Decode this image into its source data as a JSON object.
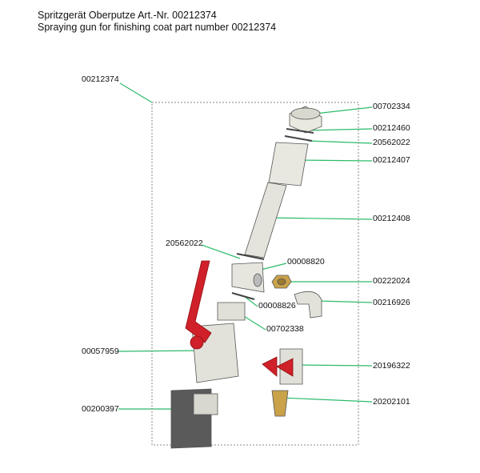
{
  "header": {
    "title_de": "Spritzgerät Oberputze Art.-Nr. 00212374",
    "title_en": "Spraying gun for finishing coat part number 00212374"
  },
  "assembly_label": "00212374",
  "parts": [
    {
      "id": "p1",
      "number": "00702334"
    },
    {
      "id": "p2",
      "number": "00212460"
    },
    {
      "id": "p3",
      "number": "20562022"
    },
    {
      "id": "p4",
      "number": "00212407"
    },
    {
      "id": "p5",
      "number": "00212408"
    },
    {
      "id": "p6",
      "number": "20562022"
    },
    {
      "id": "p7",
      "number": "00008820"
    },
    {
      "id": "p8",
      "number": "00222024"
    },
    {
      "id": "p9",
      "number": "00008826"
    },
    {
      "id": "p10",
      "number": "00216926"
    },
    {
      "id": "p11",
      "number": "00702338"
    },
    {
      "id": "p12",
      "number": "00057959"
    },
    {
      "id": "p13",
      "number": "20196322"
    },
    {
      "id": "p14",
      "number": "20202101"
    },
    {
      "id": "p15",
      "number": "00200397"
    }
  ],
  "colors": {
    "leader": "#2dbb6a",
    "handle": "#d0202a",
    "brass": "#c9a24a",
    "steel": "#e4e4dc"
  }
}
